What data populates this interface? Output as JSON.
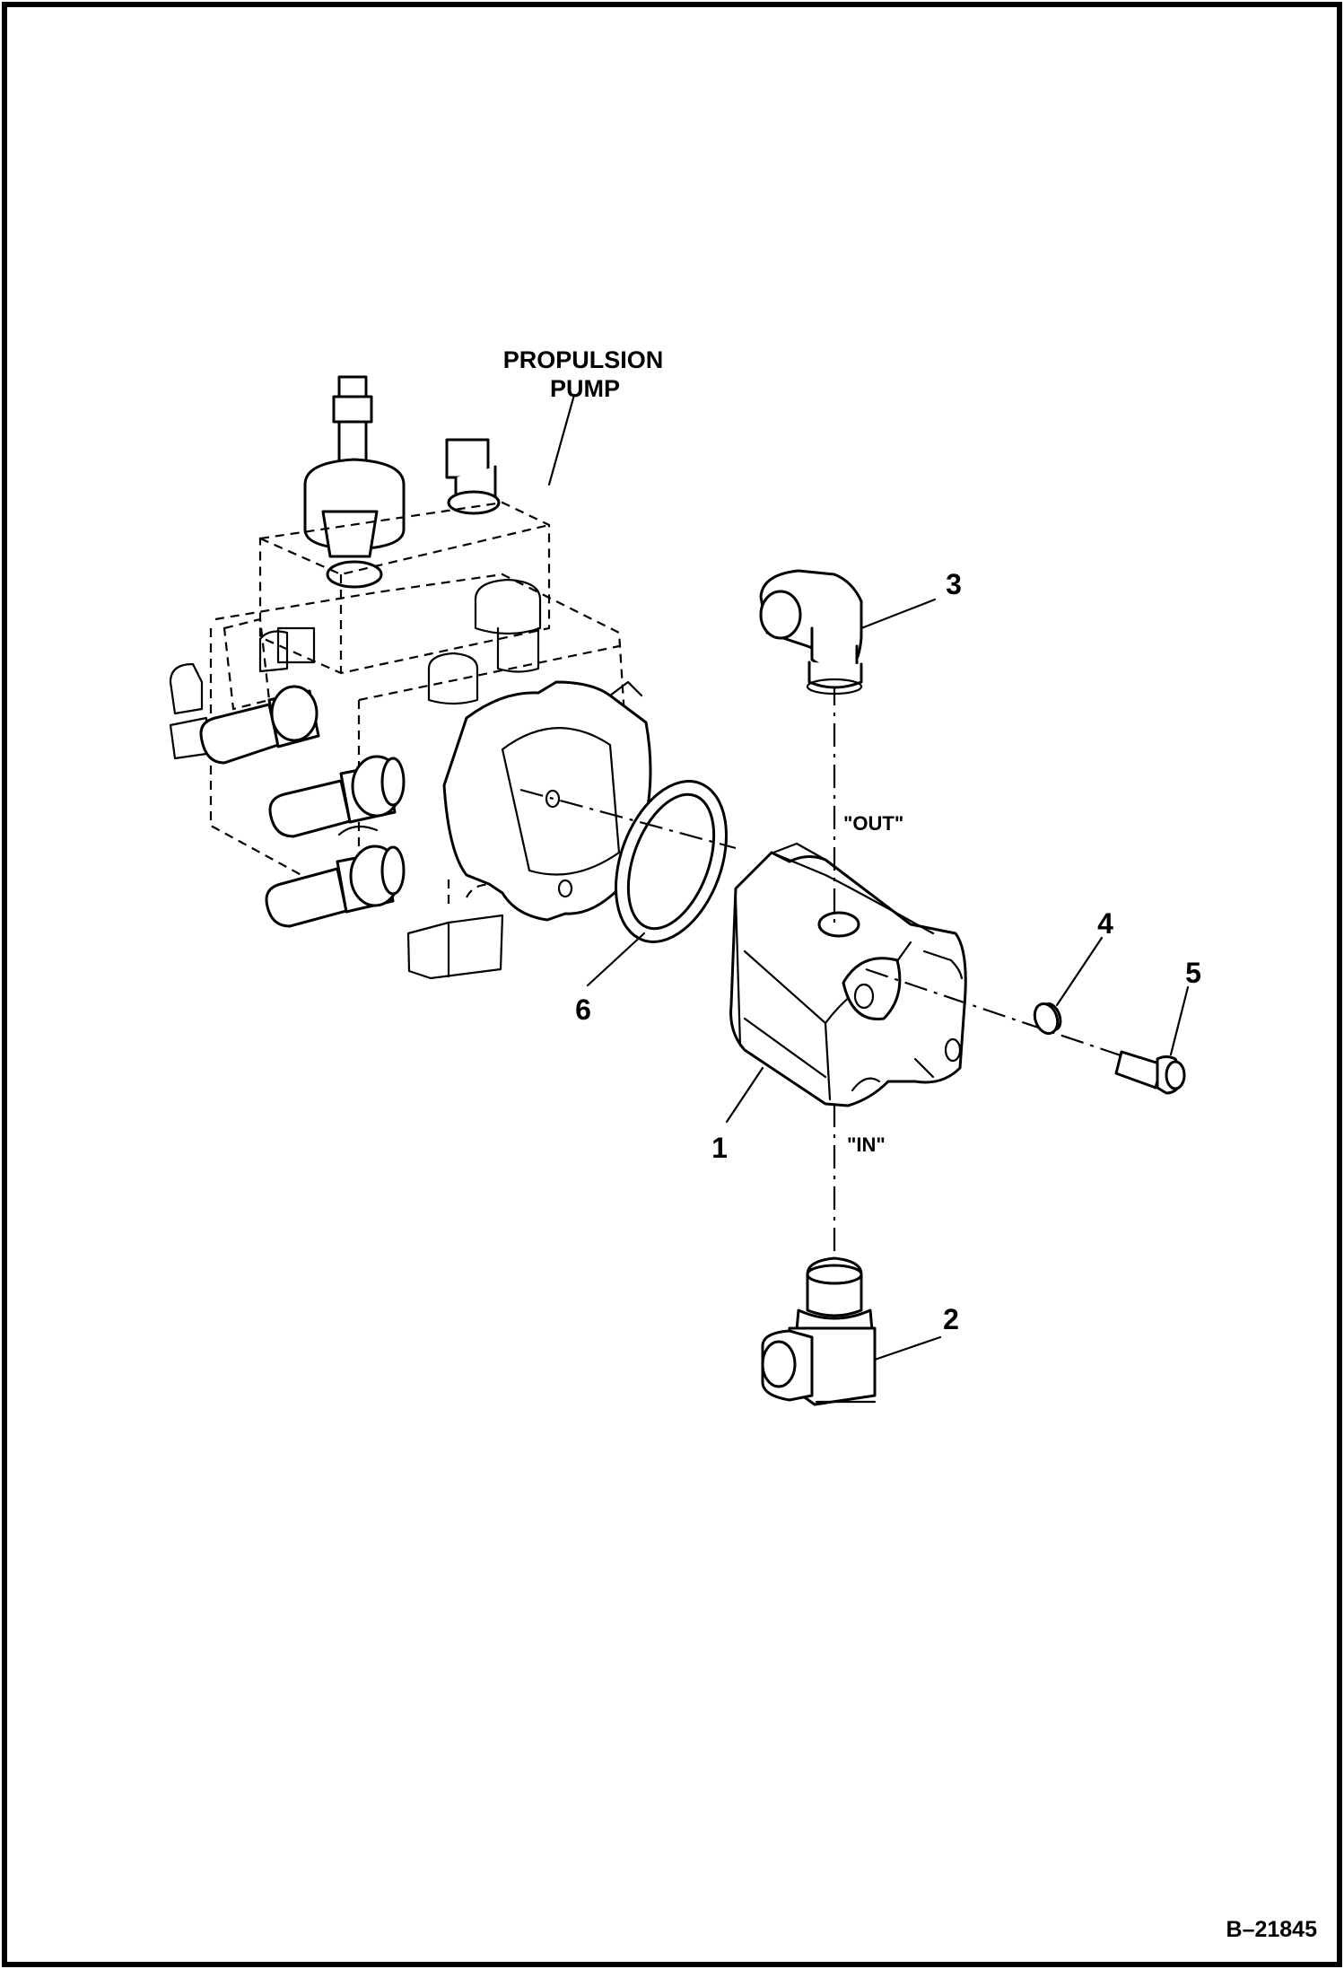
{
  "diagram": {
    "labels": {
      "propulsion_pump_line1": "PROPULSION",
      "propulsion_pump_line2": "PUMP",
      "port_out": "\"OUT\"",
      "port_in": "\"IN\"",
      "callout_1": "1",
      "callout_2": "2",
      "callout_3": "3",
      "callout_4": "4",
      "callout_5": "5",
      "callout_6": "6",
      "drawing_number": "B–21845"
    },
    "colors": {
      "ink": "#000000",
      "paper": "#ffffff"
    }
  }
}
